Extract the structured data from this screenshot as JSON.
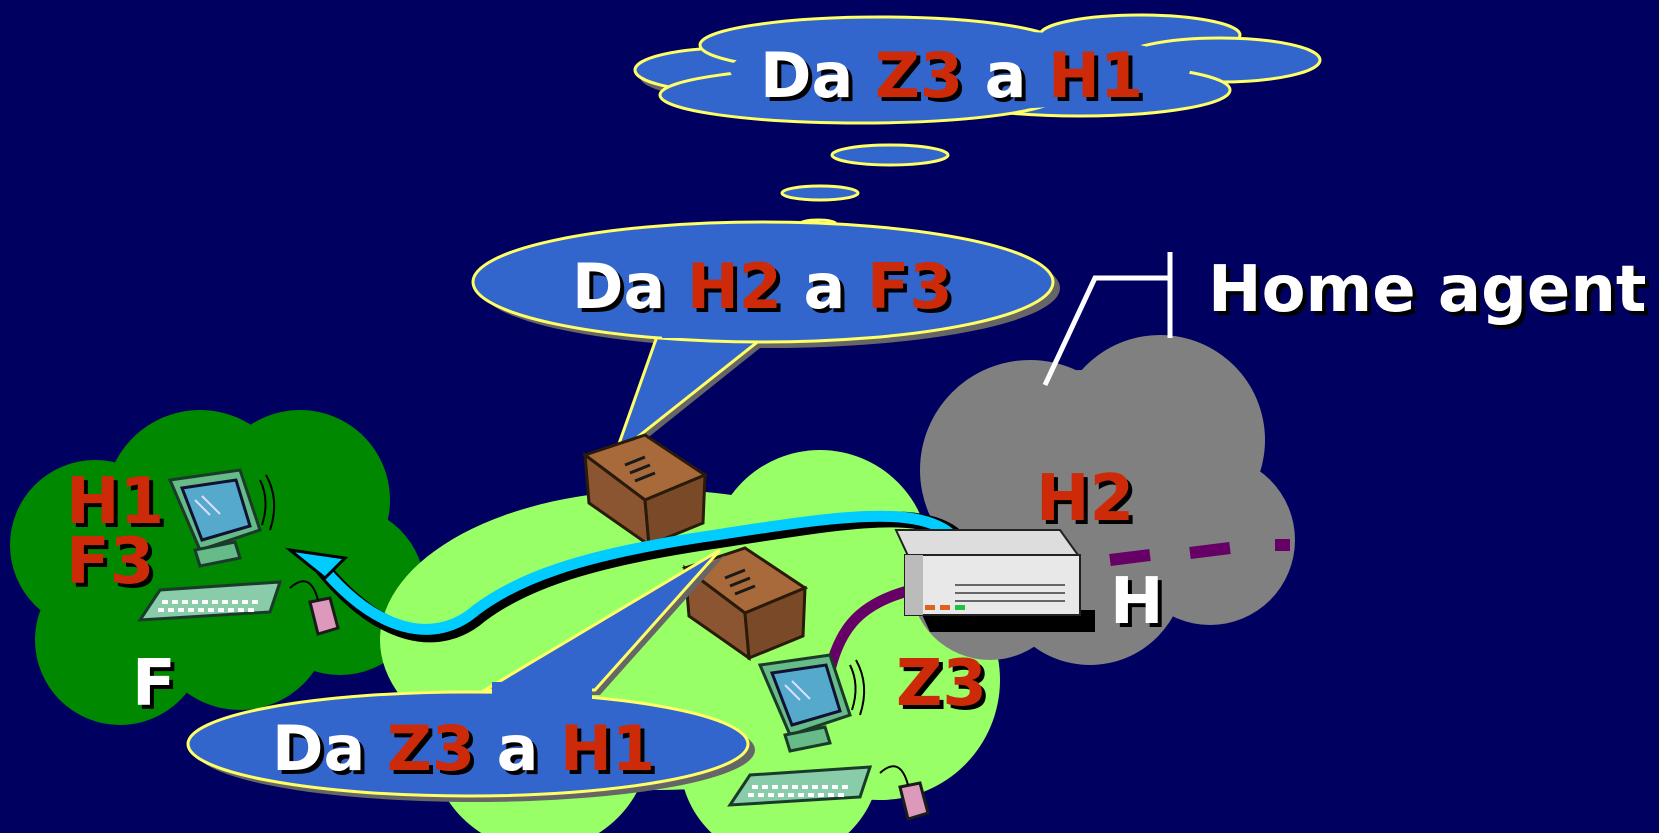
{
  "colors": {
    "background": "#000060",
    "bubble_fill": "#3366cc",
    "bubble_outline": "#ffff66",
    "highlight_text": "#cc2a08",
    "foreign_network": "#008800",
    "internet_cloud": "#99ff66",
    "home_network": "#808080",
    "tunnel_path": "#00ccff",
    "home_path": "#660066"
  },
  "thought_bubble": {
    "da": "Da",
    "from": "Z3",
    "a": "a",
    "to": "H1"
  },
  "top_speech": {
    "da": "Da",
    "from": "H2",
    "a": "a",
    "to": "F3"
  },
  "bottom_speech": {
    "da": "Da",
    "from": "Z3",
    "a": "a",
    "to": "H1"
  },
  "home_agent": {
    "label": "Home agent"
  },
  "foreign_network": {
    "name": "F",
    "addr_home": "H1",
    "addr_care_of": "F3"
  },
  "home_network": {
    "name": "H",
    "agent_addr": "H2"
  },
  "correspondent": {
    "addr": "Z3"
  },
  "icons": [
    "computer-icon",
    "router-icon",
    "package-icon",
    "mouse-icon"
  ]
}
